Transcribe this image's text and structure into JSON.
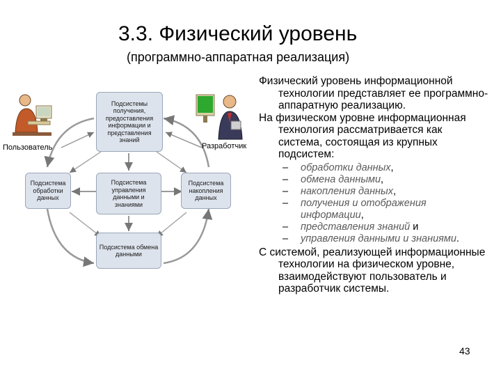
{
  "header": {
    "title": "3.3. Физический уровень",
    "subtitle": "(программно-аппаратная реализация)"
  },
  "diagram": {
    "user_label": "Пользователь",
    "developer_label": "Разработчик",
    "boxes": {
      "top": "Подсистемы получения, предоставления информации и представления знаний",
      "left": "Подсистема обработки данных",
      "center": "Подсистема управления данными и знаниями",
      "right": "Подсистема накопления данных",
      "bottom": "Подсистема обмена данными"
    }
  },
  "body": {
    "para1": "Физический уровень информационной технологии представляет ее программно-аппаратную реализацию.",
    "para2": "На физическом уровне информационная технология рассматривается как система, состоящая из крупных подсистем:",
    "dash": "–",
    "items": [
      {
        "text": "обработки данных",
        "tail": ","
      },
      {
        "text": "обмена данными",
        "tail": ","
      },
      {
        "text": "накопления данных",
        "tail": ","
      },
      {
        "text": "получения и отображения информации",
        "tail": ","
      },
      {
        "text": "представления знаний",
        "tail": " и"
      },
      {
        "text": "управления данными и знаниями",
        "tail": "."
      }
    ],
    "para3": "С системой, реализующей информационные технологии на физическом уровне, взаимодействуют пользователь и разработчик системы."
  },
  "footer": {
    "page_number": "43"
  }
}
